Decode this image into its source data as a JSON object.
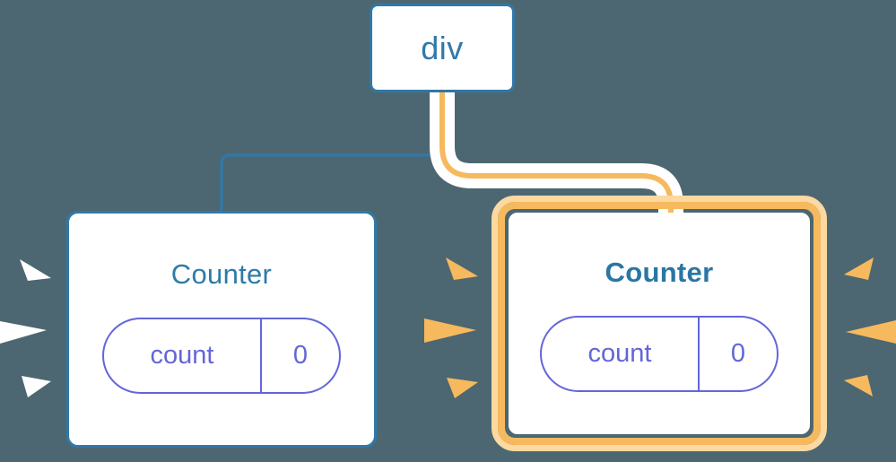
{
  "diagram": {
    "title": "component-tree-rerender",
    "background_color": "#4c6771"
  },
  "nodes": {
    "root": {
      "label": "div",
      "border_color": "#3178a8",
      "text_color": "#3178a8"
    },
    "counter_left": {
      "title": "Counter",
      "highlighted": "false",
      "title_color": "#2d7ba8",
      "border_color": "#3178a8",
      "state": {
        "key": "count",
        "value": "0",
        "color": "#6366d8"
      }
    },
    "counter_right": {
      "title": "Counter",
      "highlighted": "true",
      "title_color": "#2a76a4",
      "highlight_color": "#f7b95d",
      "highlight_glow_color": "#fbd9a0",
      "state": {
        "key": "count",
        "value": "0",
        "color": "#6366d8"
      }
    }
  },
  "edges": {
    "to_left": {
      "name": "edge-div-to-counter-left",
      "color": "#3178a8",
      "style": "plain"
    },
    "to_right": {
      "name": "edge-div-to-counter-right",
      "color": "#f7b95d",
      "halo_color": "#ffffff",
      "style": "highlighted"
    }
  },
  "sparks": {
    "left_cluster": {
      "name": "spark-burst-left",
      "color": "#ffffff"
    },
    "middle_cluster": {
      "name": "spark-burst-middle",
      "color": "#f7b95d"
    },
    "right_cluster": {
      "name": "spark-burst-right",
      "color": "#f7b95d"
    }
  }
}
